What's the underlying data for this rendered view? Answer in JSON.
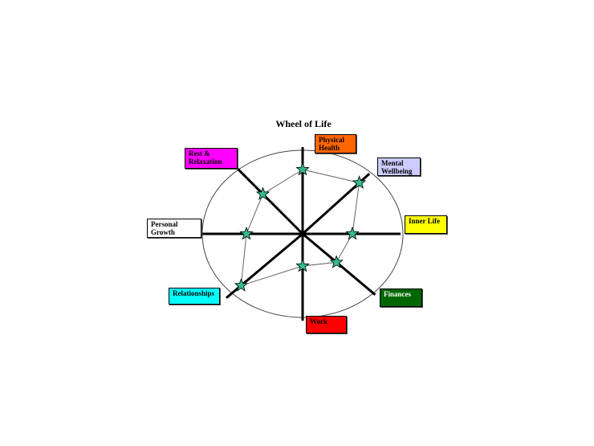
{
  "title": "Wheel of Life",
  "chart_data": {
    "type": "radar",
    "title": "Wheel of Life",
    "scale_max": 10,
    "categories": [
      {
        "key": "physical_health",
        "label": "Physical\nHealth",
        "color": "#ff6600",
        "value": 7
      },
      {
        "key": "mental_wellbeing",
        "label": "Mental\nWellbeing",
        "color": "#ccccff",
        "value": 9
      },
      {
        "key": "inner_life",
        "label": "Inner Life",
        "color": "#ffff00",
        "value": 5
      },
      {
        "key": "finances",
        "label": "Finances",
        "color": "#006600",
        "value": 5
      },
      {
        "key": "work",
        "label": "Work",
        "color": "#ff0000",
        "value": 3
      },
      {
        "key": "relationships",
        "label": "Relationships",
        "color": "#00ffff",
        "value": 10
      },
      {
        "key": "personal_growth",
        "label": "Personal\nGrowth",
        "color": "#ffffff",
        "value": 6
      },
      {
        "key": "rest_relaxation",
        "label": "Rest &\nRelaxation",
        "color": "#ff00ff",
        "value": 7
      }
    ],
    "marker": {
      "shape": "star",
      "color": "#33bb88"
    }
  }
}
